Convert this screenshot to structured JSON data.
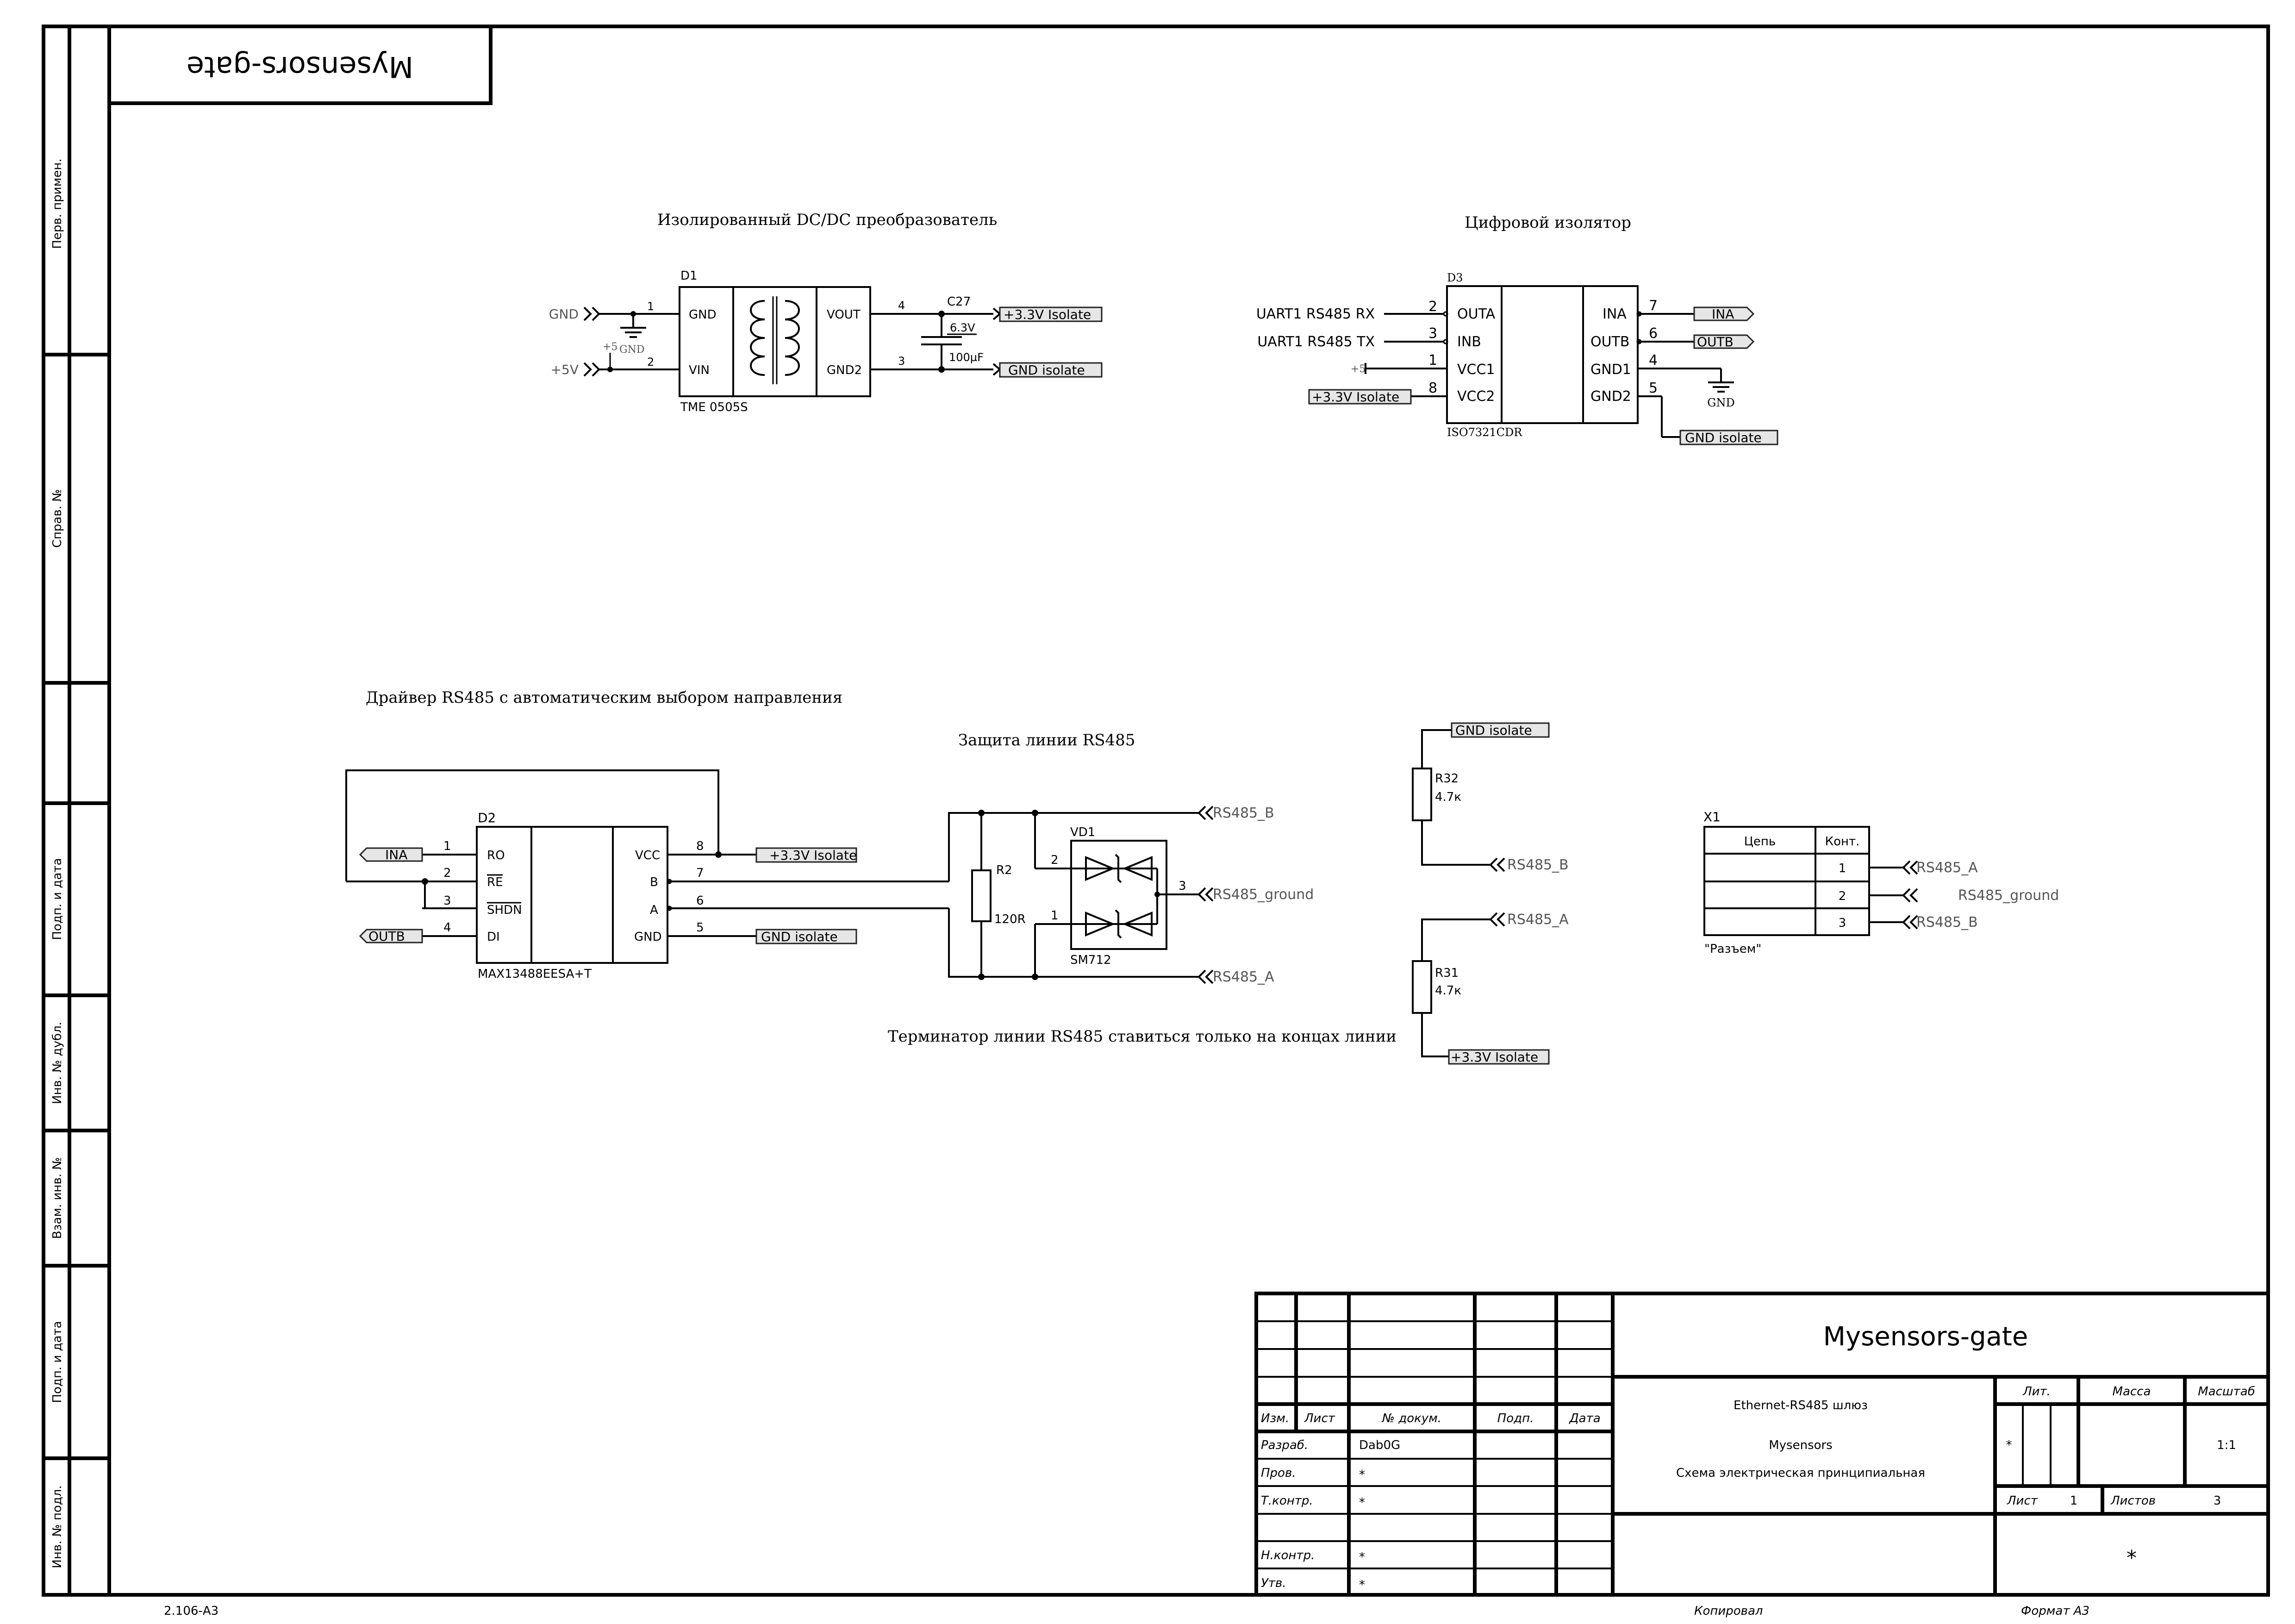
{
  "project": {
    "title": "Mysensors-gate"
  },
  "left_strip": {
    "perv_primen": "Перв. примен.",
    "sprav_no": "Справ. №",
    "podp_data_1": "Подп. и дата",
    "inv_dubl": "Инв. № дубл.",
    "vzam_inv": "Взам. инв. №",
    "podp_data_2": "Подп. и дата",
    "inv_podl": "Инв. № подл."
  },
  "dcdc": {
    "heading": "Изолированный DC/DC преобразователь",
    "ref": "D1",
    "part": "TME 0505S",
    "pin_gnd": "GND",
    "pin_vin": "VIN",
    "pin_vout": "VOUT",
    "pin_gnd2": "GND2",
    "pn_1": "1",
    "pn_2": "2",
    "pn_4": "4",
    "pn_3": "3",
    "port_gnd": "GND",
    "port_5v": "+5V",
    "small_5": "+5",
    "small_gnd": "GND",
    "cap_ref": "C27",
    "cap_v": "6.3V",
    "cap_c": "100µF",
    "net_out": "+3.3V Isolate",
    "net_gnd": "GND isolate"
  },
  "isolator": {
    "heading": "Цифровой изолятор",
    "ref": "D3",
    "part": "ISO7321CDR",
    "pin_outa": "OUTA",
    "pin_inb": "INB",
    "pin_vcc1": "VCC1",
    "pin_vcc2": "VCC2",
    "pin_ina": "INA",
    "pin_outb": "OUTB",
    "pin_gnd1": "GND1",
    "pin_gnd2": "GND2",
    "pn_2": "2",
    "pn_3": "3",
    "pn_1": "1",
    "pn_8": "8",
    "pn_7": "7",
    "pn_6": "6",
    "pn_4": "4",
    "pn_5": "5",
    "net_rx": "UART1 RS485 RX",
    "net_tx": "UART1 RS485 TX",
    "small_5": "+5",
    "net_33": "+3.3V Isolate",
    "port_ina": "INA",
    "port_outb": "OUTB",
    "gnd_sym": "GND",
    "net_gnd": "GND isolate"
  },
  "driver": {
    "heading": "Драйвер RS485 с автоматическим выбором направления",
    "ref": "D2",
    "part": "MAX13488EESA+T",
    "pin_ro": "RO",
    "pin_re": "RE",
    "pin_shdn": "SHDN",
    "pin_di": "DI",
    "pin_vcc": "VCC",
    "pin_b": "B",
    "pin_a": "A",
    "pin_gnd": "GND",
    "pn_1": "1",
    "pn_2": "2",
    "pn_3": "3",
    "pn_4": "4",
    "pn_8": "8",
    "pn_7": "7",
    "pn_6": "6",
    "pn_5": "5",
    "port_ina": "INA",
    "port_outb": "OUTB",
    "net_33": "+3.3V Isolate",
    "net_gnd": "GND isolate"
  },
  "protection": {
    "heading": "Защита линии RS485",
    "r_ref": "R2",
    "r_val": "120R",
    "vd_ref": "VD1",
    "vd_part": "SM712",
    "pn_2": "2",
    "pn_1": "1",
    "pn_3": "3",
    "net_b": "RS485_B",
    "net_ground": "RS485_ground",
    "net_a": "RS485_A",
    "note": "Терминатор линии RS485 ставиться только на концах линии"
  },
  "bias": {
    "net_gnd": "GND isolate",
    "r32_ref": "R32",
    "r32_val": "4.7к",
    "net_b": "RS485_B",
    "net_a": "RS485_A",
    "r31_ref": "R31",
    "r31_val": "4.7к",
    "net_33": "+3.3V Isolate"
  },
  "connector": {
    "ref": "X1",
    "col_net": "Цепь",
    "col_cont": "Конт.",
    "rows": [
      {
        "pin": "1",
        "net": "RS485_A"
      },
      {
        "pin": "2",
        "net": "RS485_ground"
      },
      {
        "pin": "3",
        "net": "RS485_B"
      }
    ],
    "caption": "\"Разъем\""
  },
  "title_block": {
    "name": "Mysensors-gate",
    "izm": "Изм.",
    "list": "Лист",
    "doc_no": "№ докум.",
    "podp": "Подп.",
    "data": "Дата",
    "razrab": "Разраб.",
    "razrab_name": "Dab0G",
    "prov": "Пров.",
    "prov_val": "*",
    "tkontr": "Т.контр.",
    "tkontr_val": "*",
    "nkontr": "Н.контр.",
    "nkontr_val": "*",
    "utv": "Утв.",
    "utv_val": "*",
    "desc1": "Ethernet-RS485 шлюз",
    "desc2": "Mysensors",
    "desc3": "Схема электрическая принципиальная",
    "lit": "Лит.",
    "massa": "Масса",
    "masshtab": "Масштаб",
    "lit_val": "*",
    "scale_val": "1:1",
    "sheet_lbl": "Лист",
    "sheet_no": "1",
    "sheets_lbl": "Листов",
    "sheets_no": "3",
    "org": "*"
  },
  "footer": {
    "code": "2.106-А3",
    "copied": "Копировал",
    "format": "Формат А3"
  }
}
